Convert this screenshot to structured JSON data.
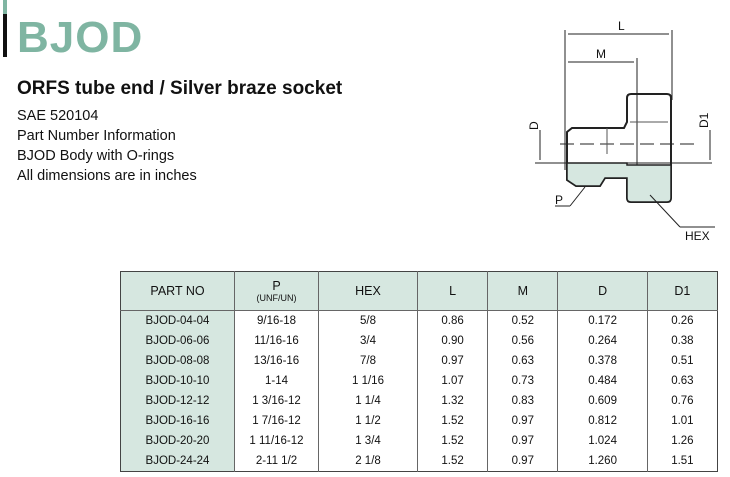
{
  "title": "BJOD",
  "subtitle": "ORFS tube end / Silver braze socket",
  "lines": [
    "SAE 520104",
    "Part Number Information",
    "BJOD Body with O-rings",
    "All dimensions are in inches"
  ],
  "diagram": {
    "L": "L",
    "M": "M",
    "D": "D",
    "D1": "D1",
    "P": "P",
    "HEX": "HEX"
  },
  "table": {
    "headers": [
      "PART NO",
      "P",
      "HEX",
      "L",
      "M",
      "D",
      "D1"
    ],
    "p_sub": "(UNF/UN)",
    "rows": [
      [
        "BJOD-04-04",
        "9/16-18",
        "5/8",
        "0.86",
        "0.52",
        "0.172",
        "0.26"
      ],
      [
        "BJOD-06-06",
        "11/16-16",
        "3/4",
        "0.90",
        "0.56",
        "0.264",
        "0.38"
      ],
      [
        "BJOD-08-08",
        "13/16-16",
        "7/8",
        "0.97",
        "0.63",
        "0.378",
        "0.51"
      ],
      [
        "BJOD-10-10",
        "1-14",
        "1 1/16",
        "1.07",
        "0.73",
        "0.484",
        "0.63"
      ],
      [
        "BJOD-12-12",
        "1 3/16-12",
        "1 1/4",
        "1.32",
        "0.83",
        "0.609",
        "0.76"
      ],
      [
        "BJOD-16-16",
        "1 7/16-12",
        "1 1/2",
        "1.52",
        "0.97",
        "0.812",
        "1.01"
      ],
      [
        "BJOD-20-20",
        "1 11/16-12",
        "1 3/4",
        "1.52",
        "0.97",
        "1.024",
        "1.26"
      ],
      [
        "BJOD-24-24",
        "2-11 1/2",
        "2 1/8",
        "1.52",
        "0.97",
        "1.260",
        "1.51"
      ]
    ]
  }
}
